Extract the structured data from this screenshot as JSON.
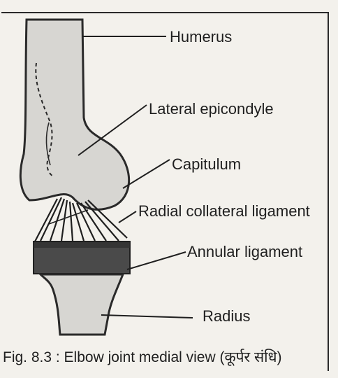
{
  "labels": {
    "humerus": "Humerus",
    "lateral_epicondyle": "Lateral epicondyle",
    "capitulum": "Capitulum",
    "radial_collateral_ligament": "Radial collateral ligament",
    "annular_ligament": "Annular ligament",
    "radius": "Radius"
  },
  "caption": {
    "text": "Fig. 8.3 : Elbow joint medial view (कूर्पर संधि)"
  },
  "colors": {
    "background": "#f3f1ec",
    "bone_fill": "#d7d6d2",
    "bone_stroke": "#2a2a2a",
    "ligament_band": "#4a4a4a",
    "ligament_line": "#1f1f1f",
    "text": "#1f1f1f"
  }
}
